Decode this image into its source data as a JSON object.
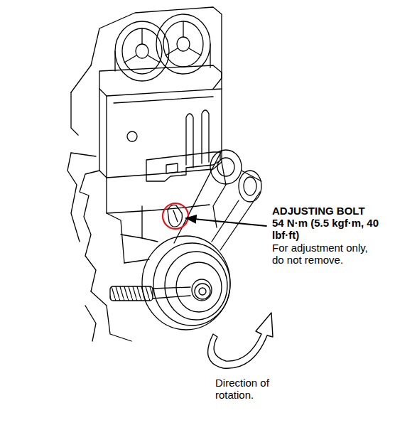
{
  "diagram": {
    "labels": [
      "ADJUSTING BOLT",
      "54 N·m (5.5 kgf·m, 40 lbf·ft)",
      "For adjustment only, do not remove.",
      "Direction of rotation."
    ]
  }
}
